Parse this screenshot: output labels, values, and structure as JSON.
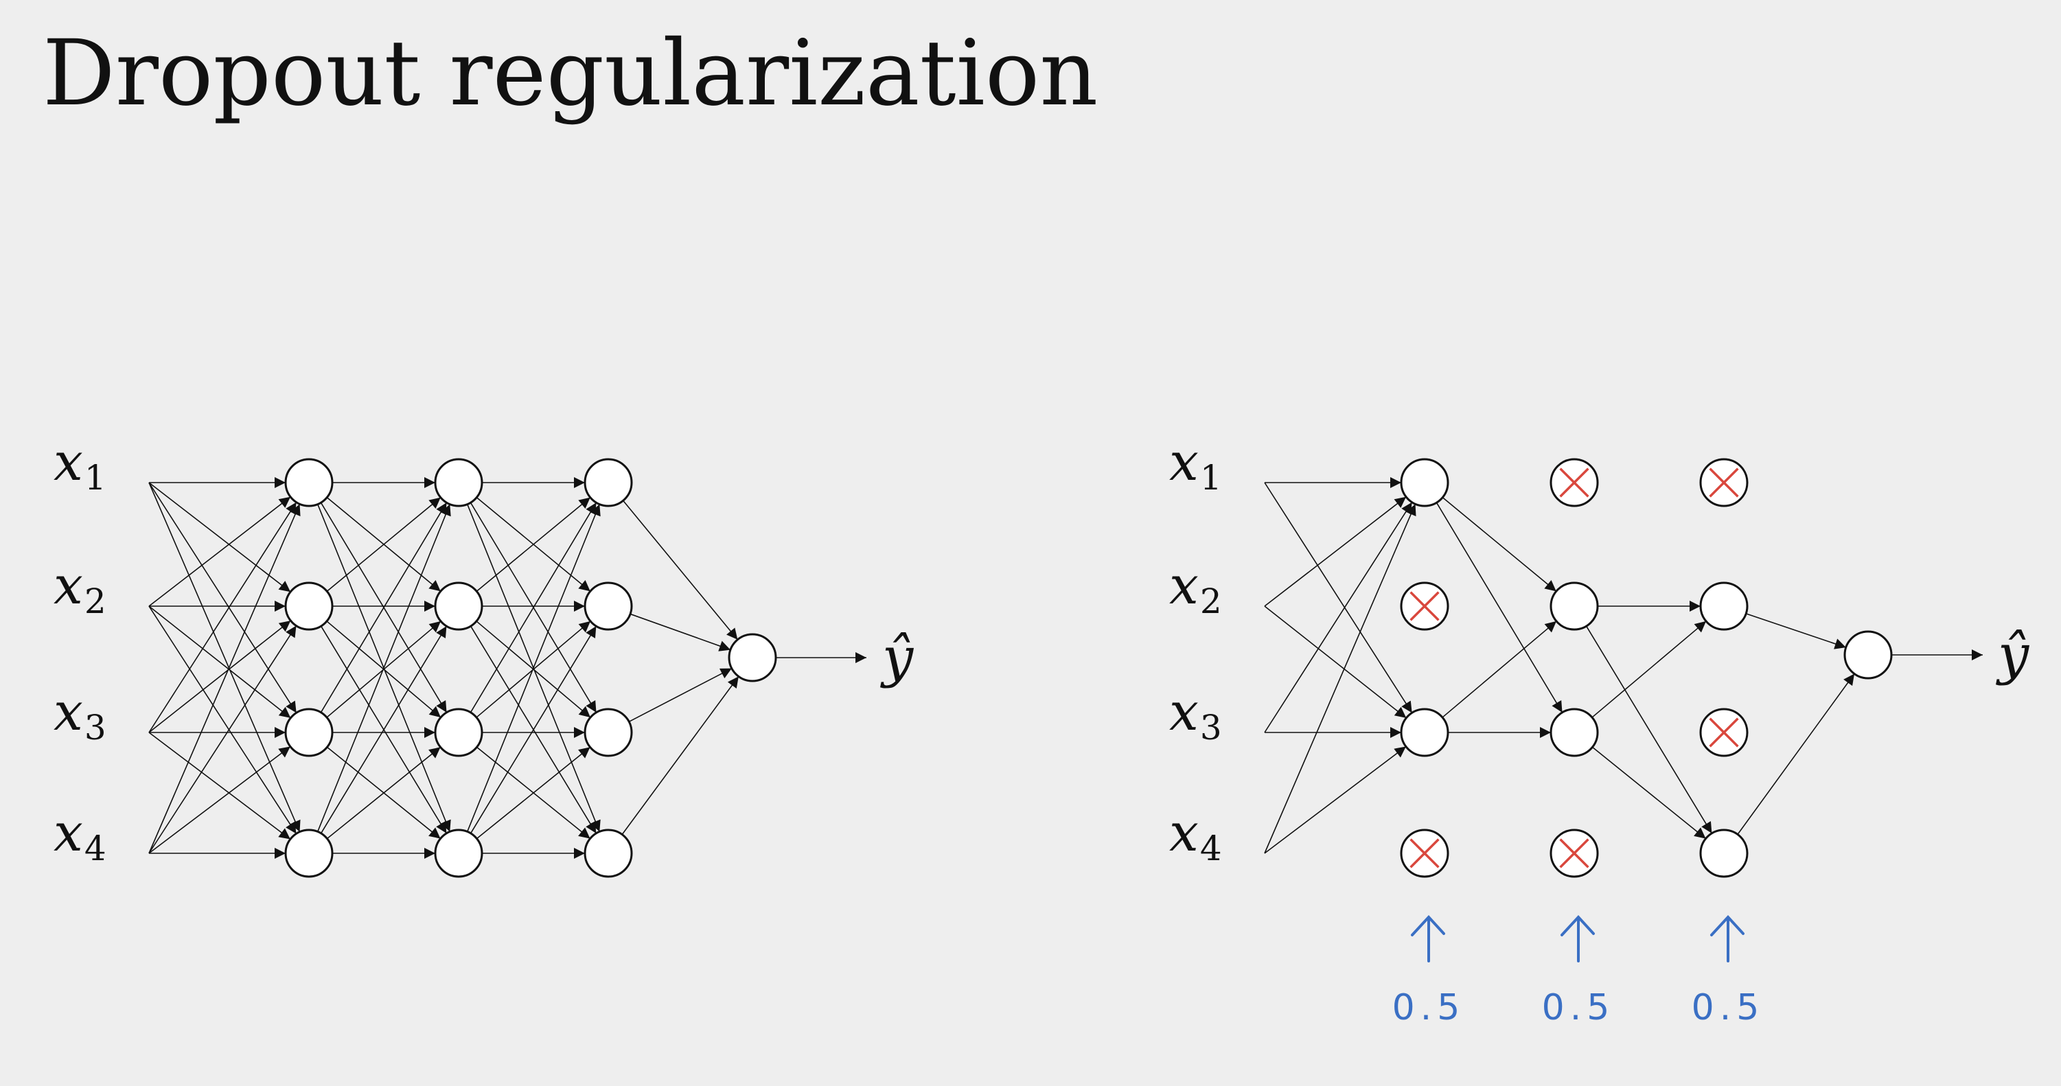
{
  "slide": {
    "title": "Dropout regularization"
  },
  "colors": {
    "background": "#eeeeee",
    "line": "#111111",
    "dropped": "#d9473d",
    "annotation": "#3a6fc4"
  },
  "networks": [
    {
      "inputs": [
        {
          "var": "x",
          "sub": "1"
        },
        {
          "var": "x",
          "sub": "2"
        },
        {
          "var": "x",
          "sub": "3"
        },
        {
          "var": "x",
          "sub": "4"
        }
      ],
      "hidden_layers": [
        [
          true,
          true,
          true,
          true
        ],
        [
          true,
          true,
          true,
          true
        ],
        [
          true,
          true,
          true,
          true
        ]
      ],
      "output_label": "ŷ"
    },
    {
      "inputs": [
        {
          "var": "x",
          "sub": "1"
        },
        {
          "var": "x",
          "sub": "2"
        },
        {
          "var": "x",
          "sub": "3"
        },
        {
          "var": "x",
          "sub": "4"
        }
      ],
      "hidden_layers": [
        [
          true,
          false,
          true,
          false
        ],
        [
          false,
          true,
          true,
          false
        ],
        [
          false,
          true,
          false,
          true
        ]
      ],
      "output_label": "ŷ",
      "keep_probabilities": [
        "0.5",
        "0.5",
        "0.5"
      ]
    }
  ]
}
